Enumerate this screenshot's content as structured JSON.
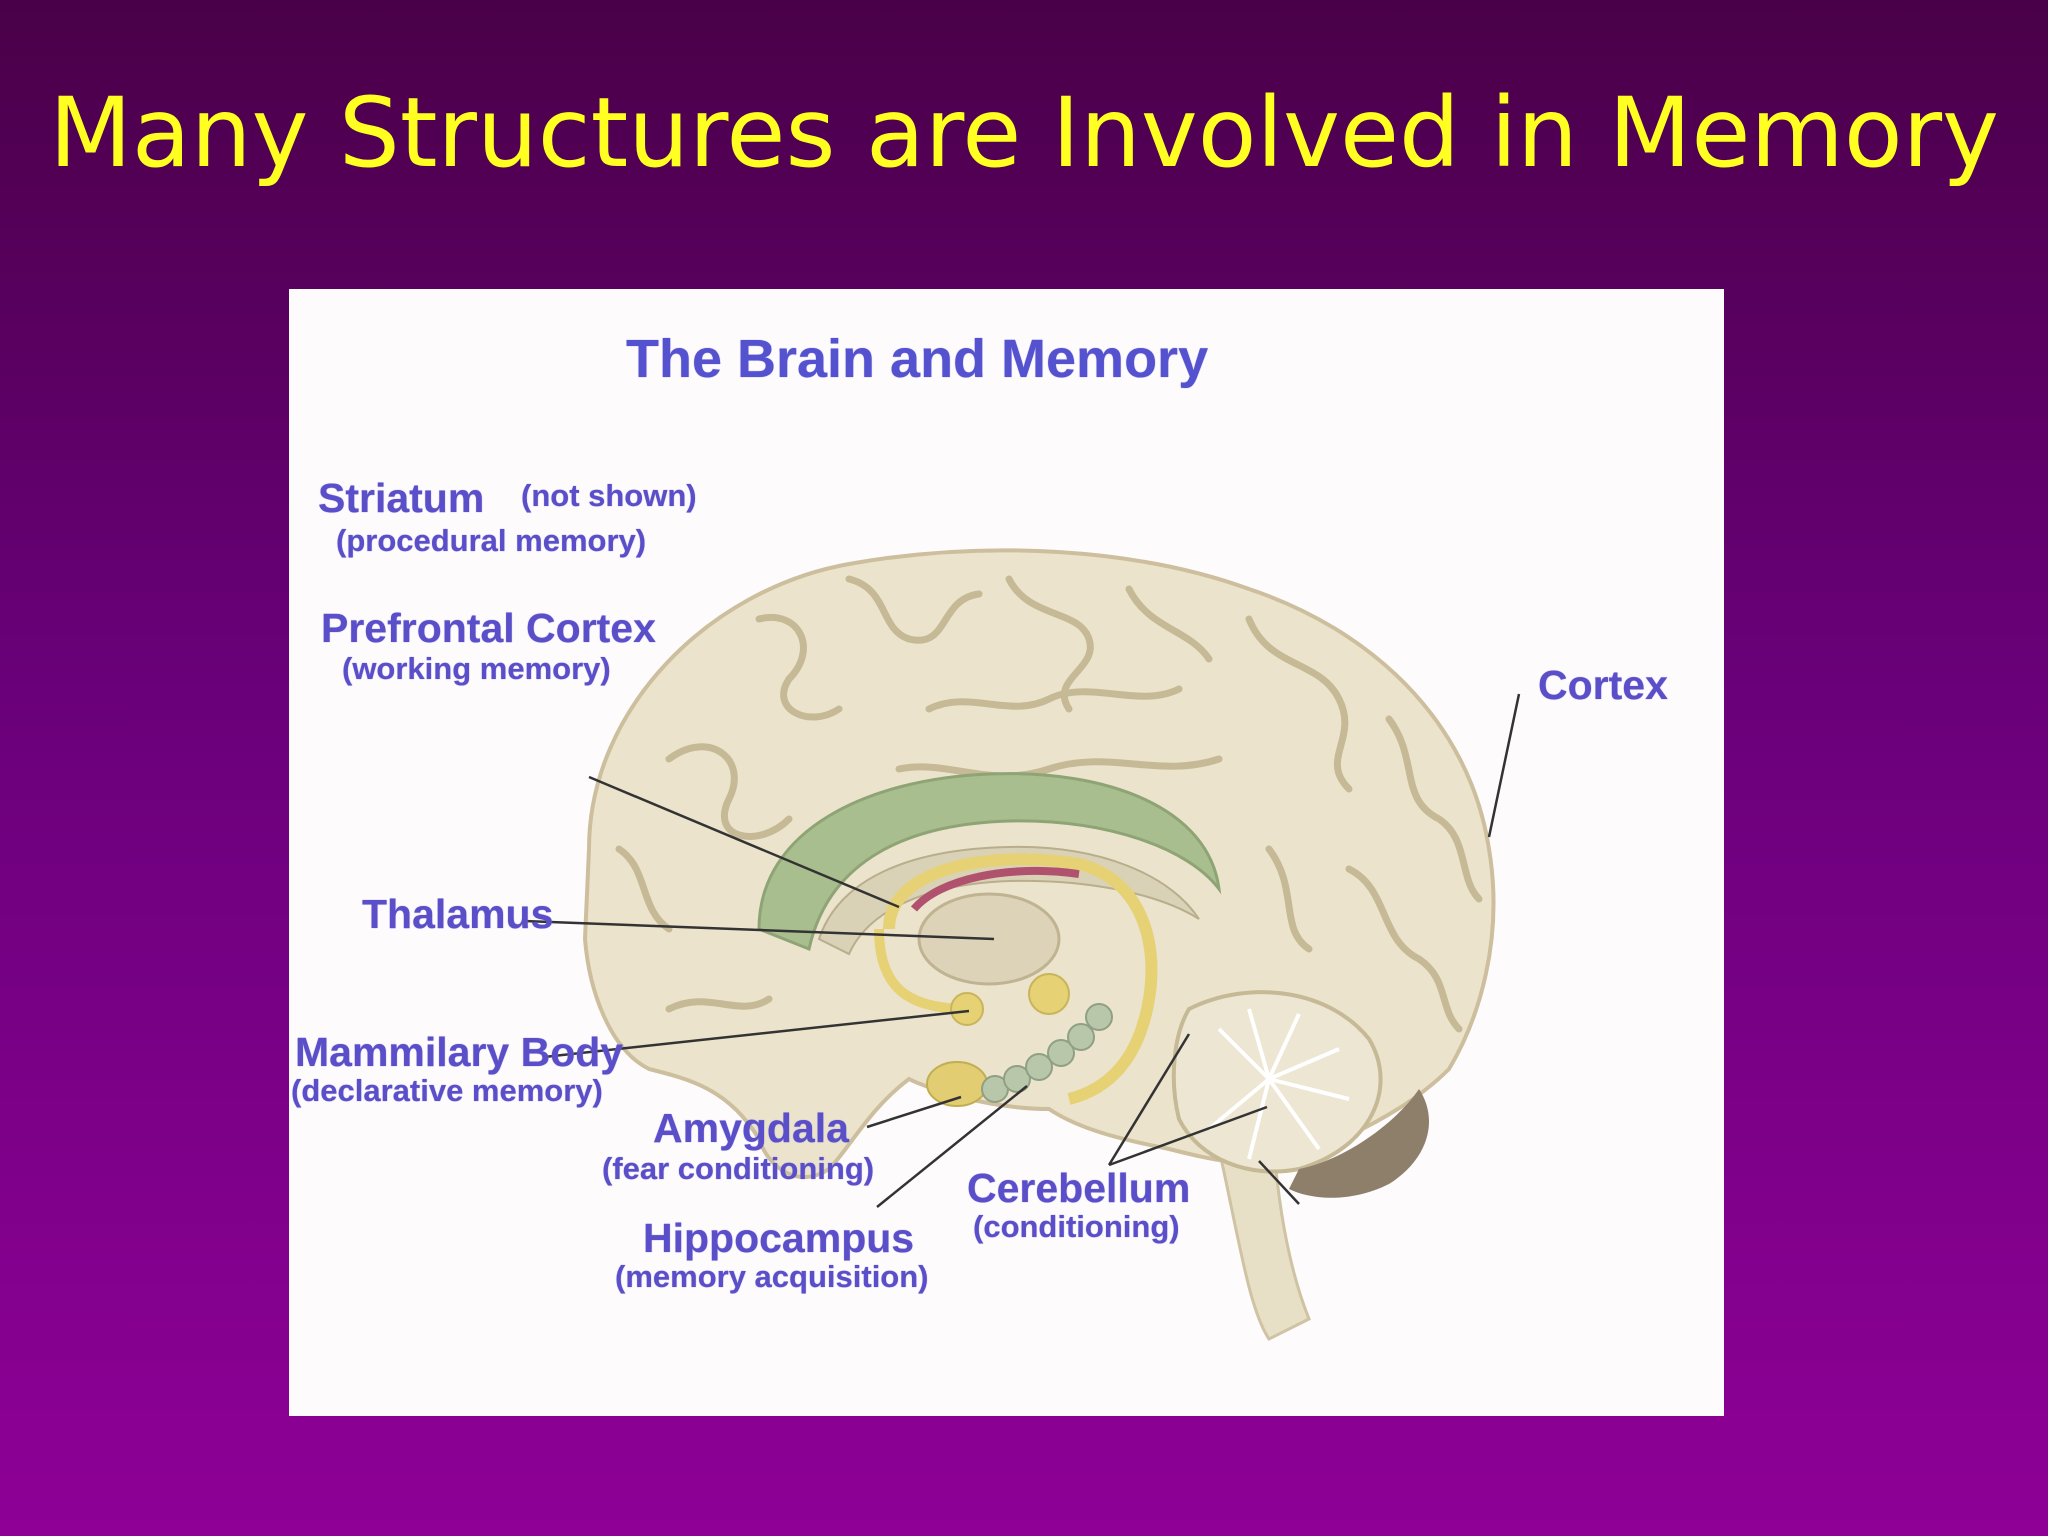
{
  "slide": {
    "title": "Many Structures are Involved in Memory"
  },
  "figure": {
    "title": "The Brain and Memory",
    "labels": {
      "striatum": "Striatum",
      "striatum_note": "(not shown)",
      "striatum_role": "(procedural memory)",
      "prefrontal": "Prefrontal Cortex",
      "prefrontal_role": "(working memory)",
      "cortex": "Cortex",
      "thalamus": "Thalamus",
      "mammilary": "Mammilary Body",
      "mammilary_role": "(declarative memory)",
      "amygdala": "Amygdala",
      "amygdala_role": "(fear conditioning)",
      "hippocampus": "Hippocampus",
      "hippocampus_role": "(memory acquisition)",
      "cerebellum": "Cerebellum",
      "cerebellum_role": "(conditioning)"
    }
  },
  "colors": {
    "title": "#ffff22",
    "label": "#5a4fc8",
    "brain": "#ebe3cc",
    "folds": "#c8bc9c",
    "cingulate": "#a8be8e",
    "fornix": "#e6d275"
  }
}
